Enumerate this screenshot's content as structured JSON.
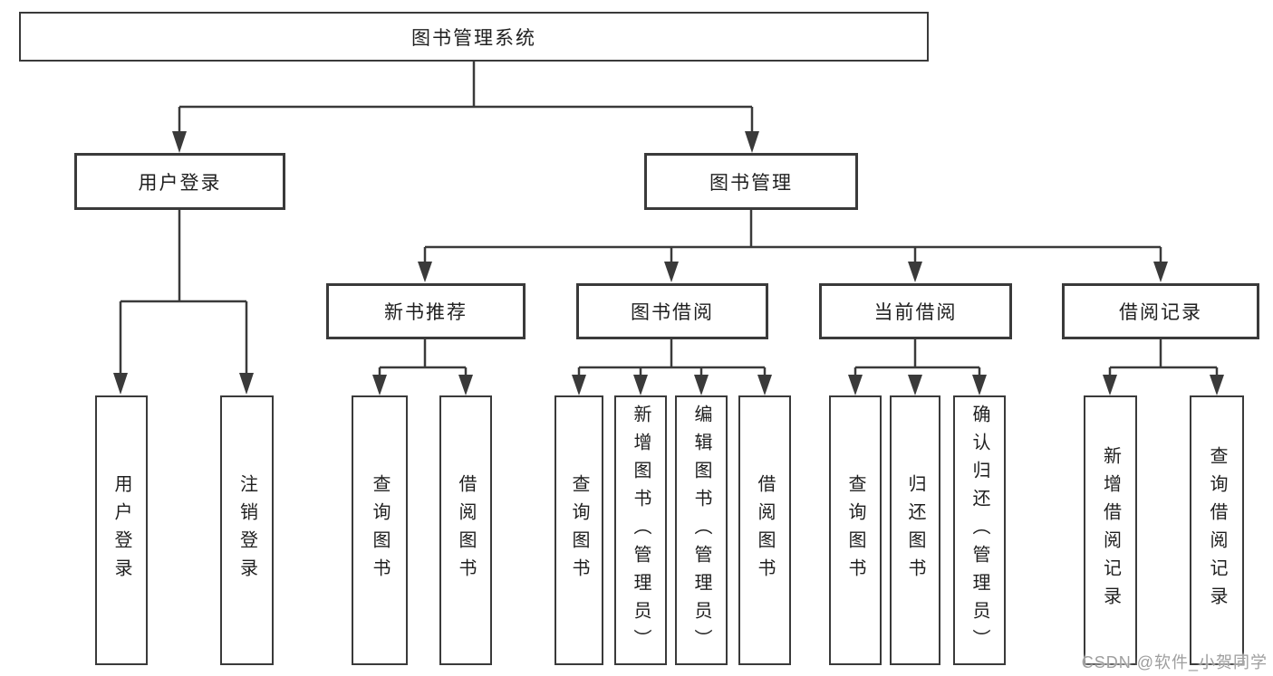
{
  "tree": {
    "label": "图书管理系统",
    "children": [
      {
        "label": "用户登录",
        "children": [
          {
            "label": "用户登录"
          },
          {
            "label": "注销登录"
          }
        ]
      },
      {
        "label": "图书管理",
        "children": [
          {
            "label": "新书推荐",
            "children": [
              {
                "label": "查询图书"
              },
              {
                "label": "借阅图书"
              }
            ]
          },
          {
            "label": "图书借阅",
            "children": [
              {
                "label": "查询图书"
              },
              {
                "label": "新增图书（管理员）"
              },
              {
                "label": "编辑图书（管理员）"
              },
              {
                "label": "借阅图书"
              }
            ]
          },
          {
            "label": "当前借阅",
            "children": [
              {
                "label": "查询图书"
              },
              {
                "label": "归还图书"
              },
              {
                "label": "确认归还（管理员）"
              }
            ]
          },
          {
            "label": "借阅记录",
            "children": [
              {
                "label": "新增借阅记录"
              },
              {
                "label": "查询借阅记录"
              }
            ]
          }
        ]
      }
    ]
  },
  "watermark": {
    "text": "CSDN @软件_小贺同学"
  },
  "colors": {
    "line": "#3a3a3a",
    "text": "#1f1f1f",
    "watermark": "#9e9e9e",
    "background": "#ffffff"
  }
}
